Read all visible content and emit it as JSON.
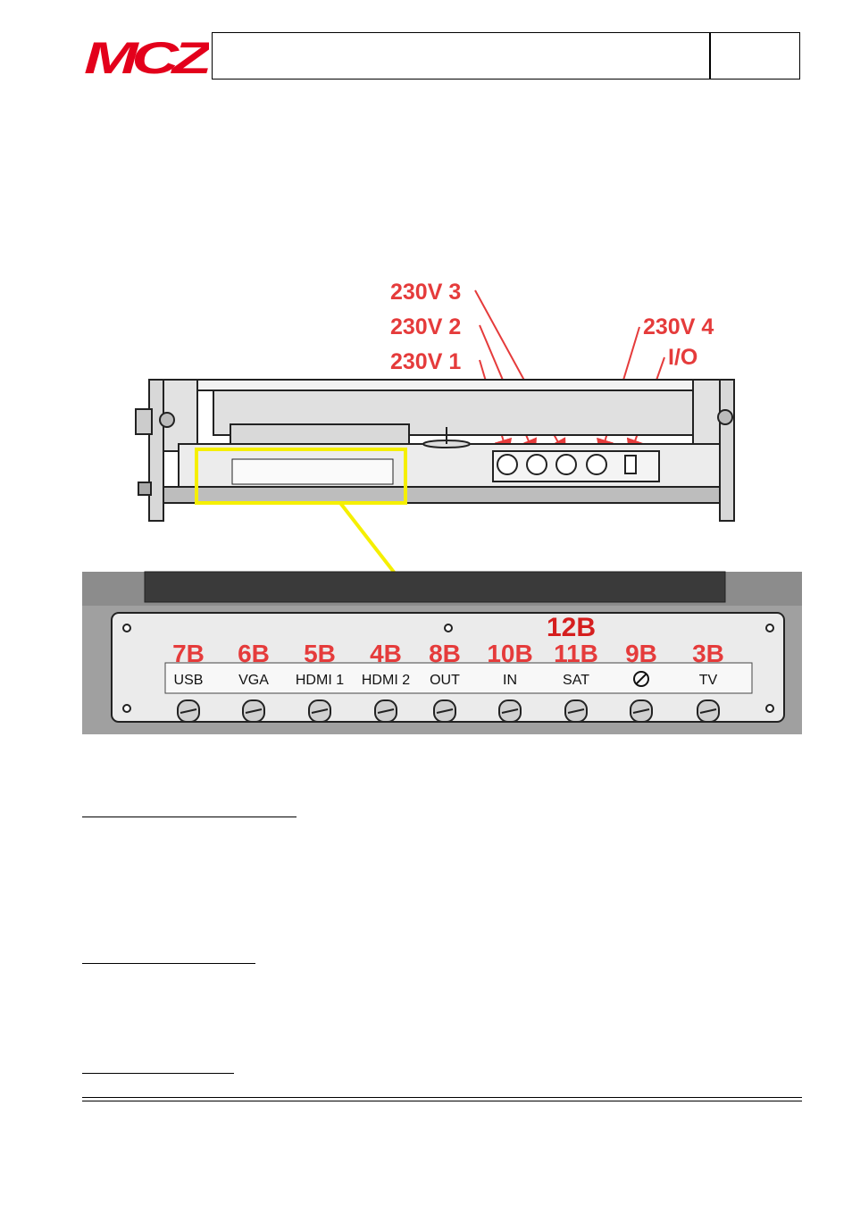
{
  "header": {
    "logo_text": "MCZ",
    "brand_color": "#e3001b"
  },
  "diagram": {
    "callout_color": "#e53b3b",
    "highlight_color": "#f5ef00",
    "power_labels": [
      "230V 3",
      "230V 2",
      "230V 1",
      "230V 4",
      "I/O"
    ],
    "code_12b": "12B",
    "connectors": [
      {
        "code": "7B",
        "label": "USB"
      },
      {
        "code": "6B",
        "label": "VGA"
      },
      {
        "code": "5B",
        "label": "HDMI 1"
      },
      {
        "code": "4B",
        "label": "HDMI 2"
      },
      {
        "code": "8B",
        "label": "OUT"
      },
      {
        "code": "10B",
        "label": "IN"
      },
      {
        "code": "11B",
        "label": "SAT"
      },
      {
        "code": "9B",
        "label": ""
      },
      {
        "code": "3B",
        "label": "TV"
      }
    ]
  }
}
